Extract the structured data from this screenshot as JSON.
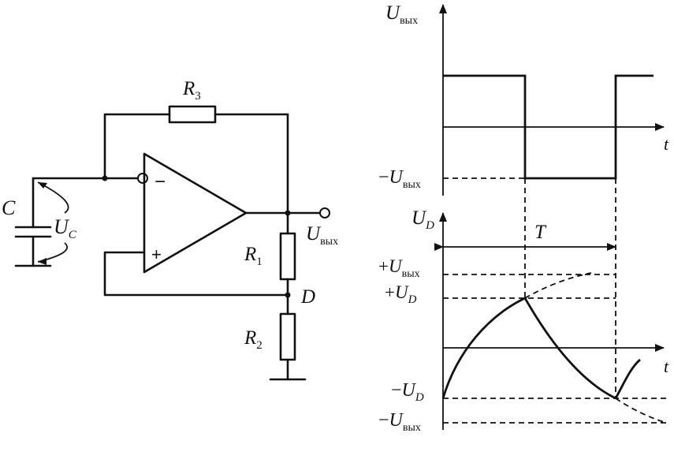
{
  "circuit": {
    "r3": {
      "main": "R",
      "sub": "3"
    },
    "r1": {
      "main": "R",
      "sub": "1"
    },
    "r2": {
      "main": "R",
      "sub": "2"
    },
    "cap": "C",
    "uc": {
      "main": "U",
      "sub": "C"
    },
    "uout": {
      "main": "U",
      "sub": "вых"
    },
    "node_d": "D",
    "minus": "−",
    "plus": "+"
  },
  "top_graph": {
    "y_axis": {
      "main": "U",
      "sub": "вых"
    },
    "t_axis": "t",
    "neg_level": {
      "prefix": "−",
      "main": "U",
      "sub": "вых"
    }
  },
  "bottom_graph": {
    "y_axis": {
      "main": "U",
      "sub": "D"
    },
    "t_axis": "t",
    "period": "T",
    "pos_max": {
      "prefix": "+",
      "main": "U",
      "sub": "вых"
    },
    "pos_d": {
      "prefix": "+",
      "main": "U",
      "sub": "D"
    },
    "neg_d": {
      "prefix": "−",
      "main": "U",
      "sub": "D"
    },
    "neg_max": {
      "prefix": "−",
      "main": "U",
      "sub": "вых"
    }
  }
}
